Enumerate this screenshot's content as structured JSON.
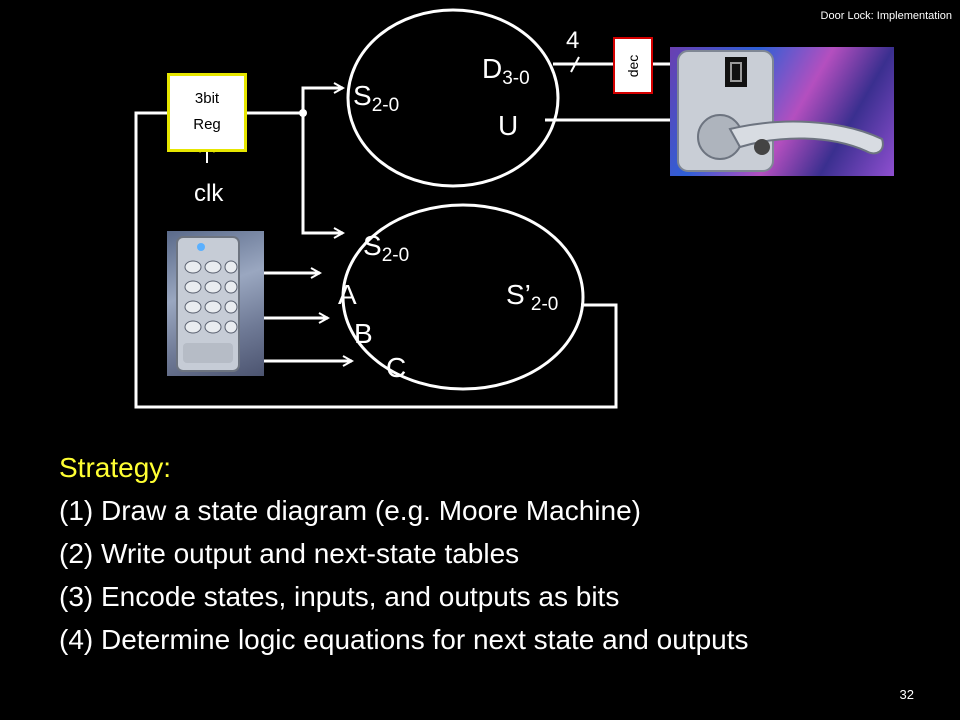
{
  "header": {
    "title": "Door Lock: Implementation"
  },
  "page_number": "32",
  "diagram": {
    "register": {
      "line1": "3bit",
      "line2": "Reg"
    },
    "clk_label": "clk",
    "output_logic": {
      "state_in": {
        "base": "S",
        "sub": "2-0"
      },
      "display_out": {
        "base": "D",
        "sub": "3-0"
      },
      "unlock_out": "U"
    },
    "bus_width": "4",
    "decoder_label": "dec",
    "next_state_logic": {
      "state_in": {
        "base": "S",
        "sub": "2-0"
      },
      "input_a": "A",
      "input_b": "B",
      "input_c": "C",
      "next_state_out": {
        "base": "S’",
        "sub": "2-0"
      }
    },
    "colors": {
      "register_border": "#e6e600",
      "decoder_border": "#d40000",
      "strategy_title": "#ffff33"
    }
  },
  "strategy": {
    "title": "Strategy:",
    "steps": [
      "(1) Draw a state diagram (e.g. Moore Machine)",
      "(2) Write output and next-state tables",
      "(3) Encode states, inputs, and outputs as bits",
      "(4) Determine logic equations for next state and outputs"
    ]
  }
}
